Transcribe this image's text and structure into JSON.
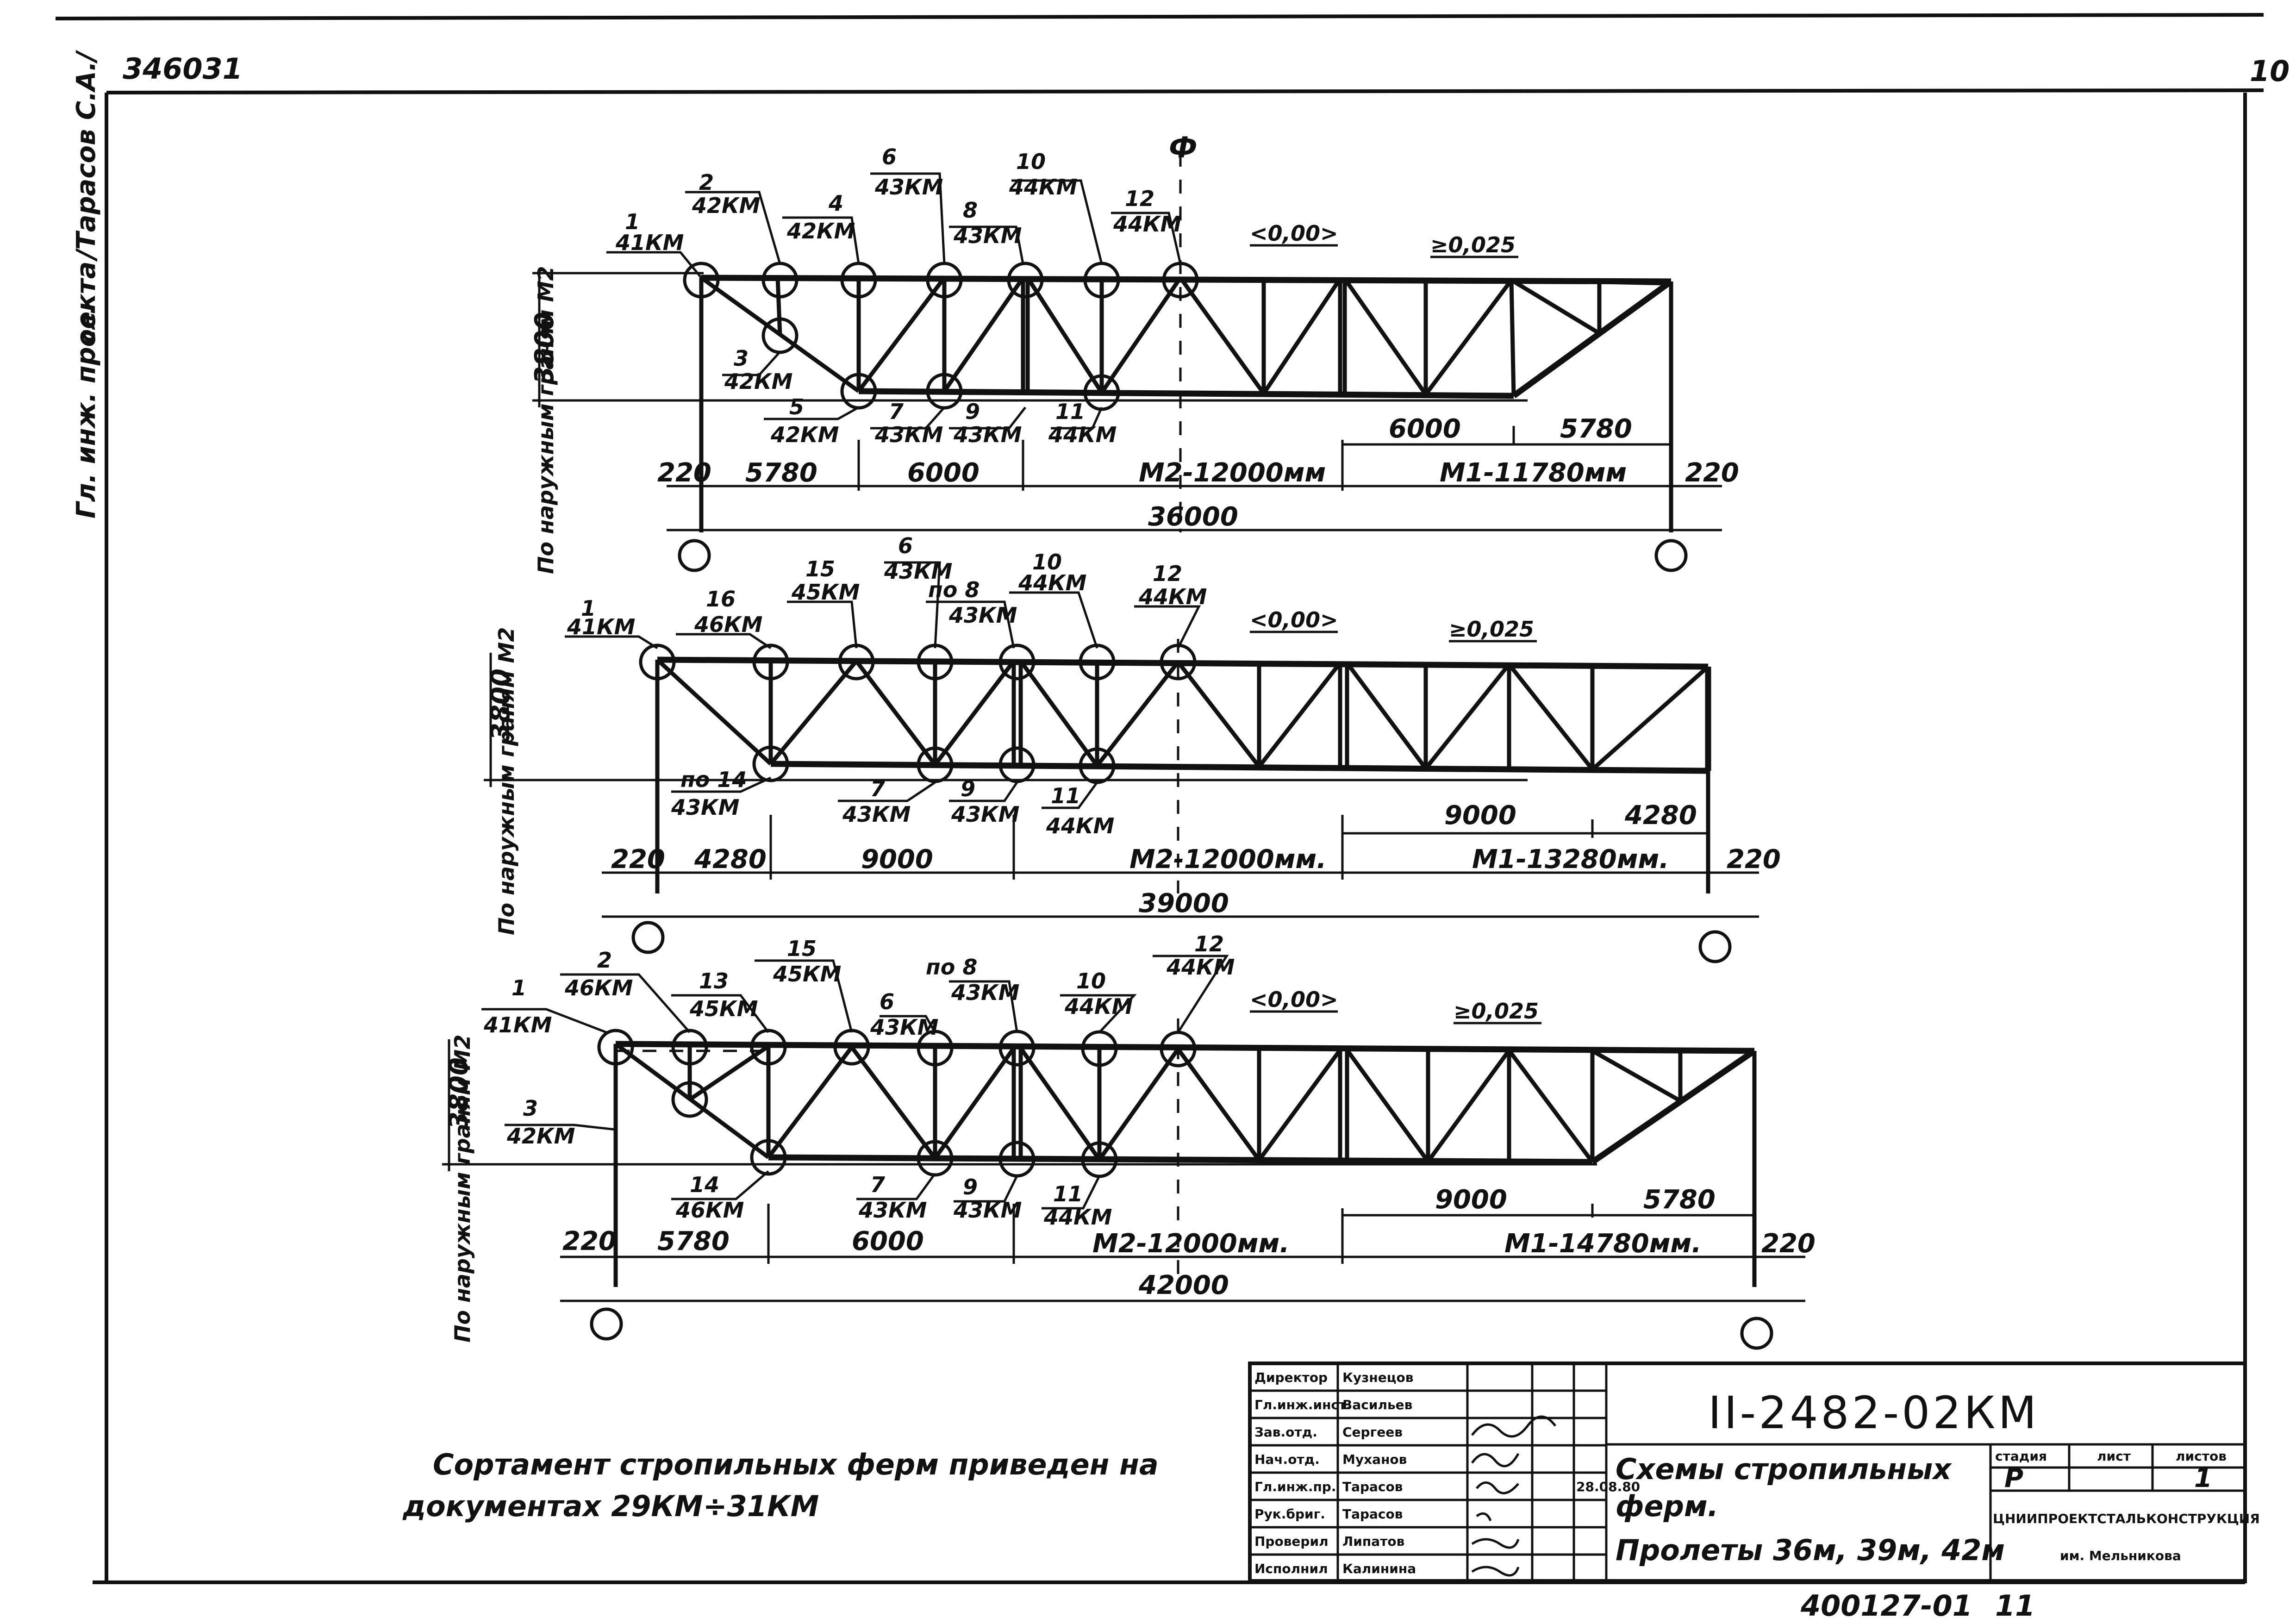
{
  "header": {
    "inventory_number": "346031",
    "sheet_number": "10",
    "side_label": "Гл. инж. проекта",
    "side_name": "/Тарасов С.А./"
  },
  "trusses": [
    {
      "span": "36000",
      "height": "3800",
      "slope_flat": "0,00",
      "slope": "0,025",
      "support_left": "220",
      "support_right": "220",
      "m2_label": "М2-12000мм",
      "m1_label": "М1-11780мм",
      "panel_a": "5780",
      "panel_b": "6000",
      "m1_sub_a": "6000",
      "m1_sub_b": "5780",
      "side_note": "По наружным граням М2",
      "nodes": [
        {
          "num": "1",
          "code": "41КМ"
        },
        {
          "num": "2",
          "code": "42КМ"
        },
        {
          "num": "3",
          "code": "42КМ"
        },
        {
          "num": "4",
          "code": "42КМ"
        },
        {
          "num": "5",
          "code": "42КМ"
        },
        {
          "num": "6",
          "code": "43КМ"
        },
        {
          "num": "7",
          "code": "43КМ"
        },
        {
          "num": "8",
          "code": "43КМ"
        },
        {
          "num": "9",
          "code": "43КМ"
        },
        {
          "num": "10",
          "code": "44КМ"
        },
        {
          "num": "11",
          "code": "44КМ"
        },
        {
          "num": "12",
          "code": "44КМ"
        }
      ]
    },
    {
      "span": "39000",
      "height": "3800",
      "slope_flat": "0,00",
      "slope": "0,025",
      "support_left": "220",
      "support_right": "220",
      "m2_label": "М2-12000мм.",
      "m1_label": "М1-13280мм.",
      "panel_a": "4280",
      "panel_b": "9000",
      "m1_sub_a": "9000",
      "m1_sub_b": "4280",
      "side_note": "По наружным граням М2",
      "nodes": [
        {
          "num": "1",
          "code": "41КМ"
        },
        {
          "num": "16",
          "code": "46КМ"
        },
        {
          "num": "15",
          "code": "45КМ"
        },
        {
          "num": "6",
          "code": "43КМ"
        },
        {
          "num": "по 8",
          "code": "43КМ"
        },
        {
          "num": "10",
          "code": "44КМ"
        },
        {
          "num": "12",
          "code": "44КМ"
        },
        {
          "num": "по 14",
          "code": "43КМ"
        },
        {
          "num": "7",
          "code": "43КМ"
        },
        {
          "num": "9",
          "code": "43КМ"
        },
        {
          "num": "11",
          "code": "44КМ"
        }
      ]
    },
    {
      "span": "42000",
      "height": "3800",
      "slope_flat": "0,00",
      "slope": "0,025",
      "support_left": "220",
      "support_right": "220",
      "m2_label": "М2-12000мм.",
      "m1_label": "М1-14780мм.",
      "panel_a": "5780",
      "panel_b": "6000",
      "m1_sub_a": "9000",
      "m1_sub_b": "5780",
      "side_note": "По наружным граням М2",
      "nodes": [
        {
          "num": "1",
          "code": "41КМ"
        },
        {
          "num": "2",
          "code": "46КМ"
        },
        {
          "num": "13",
          "code": "45КМ"
        },
        {
          "num": "15",
          "code": "45КМ"
        },
        {
          "num": "6",
          "code": "43КМ"
        },
        {
          "num": "по 8",
          "code": "43КМ"
        },
        {
          "num": "10",
          "code": "44КМ"
        },
        {
          "num": "12",
          "code": "44КМ"
        },
        {
          "num": "3",
          "code": "42КМ"
        },
        {
          "num": "14",
          "code": "46КМ"
        },
        {
          "num": "7",
          "code": "43КМ"
        },
        {
          "num": "9",
          "code": "43КМ"
        },
        {
          "num": "11",
          "code": "44КМ"
        }
      ]
    }
  ],
  "note": {
    "line1": "Сортамент стропильных ферм приведен на",
    "line2": "документах 29КМ÷31КМ"
  },
  "title_block": {
    "code": "II-2482-02КМ",
    "title_line1": "Схемы стропильных",
    "title_line2": "ферм.",
    "title_line3": "Пролеты 36м, 39м, 42м",
    "stage_header": "стадия",
    "sheet_header": "лист",
    "sheets_header": "листов",
    "stage": "Р",
    "sheet": "1",
    "organization": "ЦНИИПРОЕКТСТАЛЬКОНСТРУКЦИЯ",
    "org_subtitle": "им. Мельникова",
    "roles": [
      {
        "role": "Директор",
        "name": "Кузнецов"
      },
      {
        "role": "Гл.инж.инст.",
        "name": "Васильев"
      },
      {
        "role": "Зав.отд.",
        "name": "Сергеев"
      },
      {
        "role": "Нач.отд.",
        "name": "Муханов"
      },
      {
        "role": "Гл.инж.пр.",
        "name": "Тарасов"
      },
      {
        "role": "Рук.бриг.",
        "name": "Тарасов"
      },
      {
        "role": "Проверил",
        "name": "Липатов"
      },
      {
        "role": "Исполнил",
        "name": "Калинина"
      }
    ],
    "stamp_date": "28.08.80"
  },
  "footer": {
    "archive": "400127-01",
    "page": "11"
  }
}
